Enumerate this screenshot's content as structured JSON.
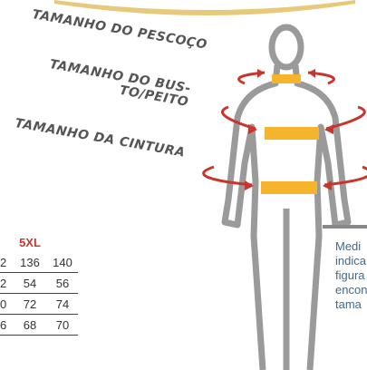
{
  "labels": {
    "neck": "TAMANHO DO PESCOÇO",
    "bust_line1": "TAMANHO DO BUS-",
    "bust_line2": "TO/PEITO",
    "waist": "TAMANHO DA CINTURA"
  },
  "size_table": {
    "header": "5XL",
    "rows": [
      [
        "2",
        "136",
        "140"
      ],
      [
        "2",
        "54",
        "56"
      ],
      [
        "0",
        "72",
        "74"
      ],
      [
        "6",
        "68",
        "70"
      ]
    ]
  },
  "info_text": {
    "lines": [
      "Medi",
      "indica",
      "figura",
      "encon",
      "tama"
    ]
  },
  "colors": {
    "accent_red": "#c9342b",
    "band_orange": "#f6b42c",
    "outline_gray": "#9a9a9a",
    "label_gray": "#555555",
    "info_blue": "#3e6a8f"
  }
}
